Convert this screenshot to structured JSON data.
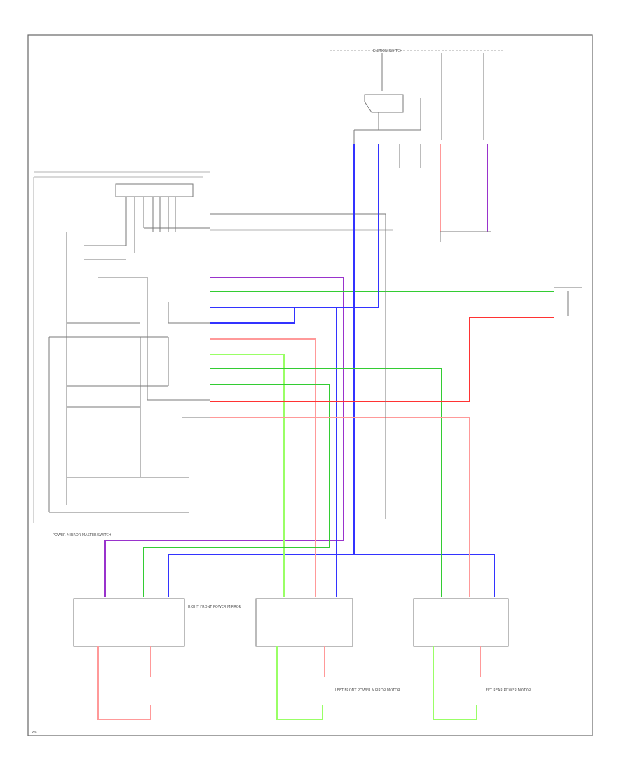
{
  "labels": {
    "switch_caption": "POWER MIRROR MASTER SWITCH",
    "code": "Wa",
    "ignition_switch": "IGNITION SWITCH",
    "rh_mirror_top": "RIGHT FRONT POWER MIRROR",
    "lh_motor": "LEFT FRONT POWER MIRROR MOTOR",
    "lr_motor_caption": "LEFT REAR POWER MOTOR"
  },
  "colors": {
    "frame": "#666666",
    "wire_blue": "#3333ff",
    "wire_green": "#33cc33",
    "wire_red": "#ff3333",
    "wire_pink": "#ff9999",
    "wire_light_green": "#99ff66",
    "wire_purple": "#9933cc",
    "wire_gray": "#999999"
  }
}
